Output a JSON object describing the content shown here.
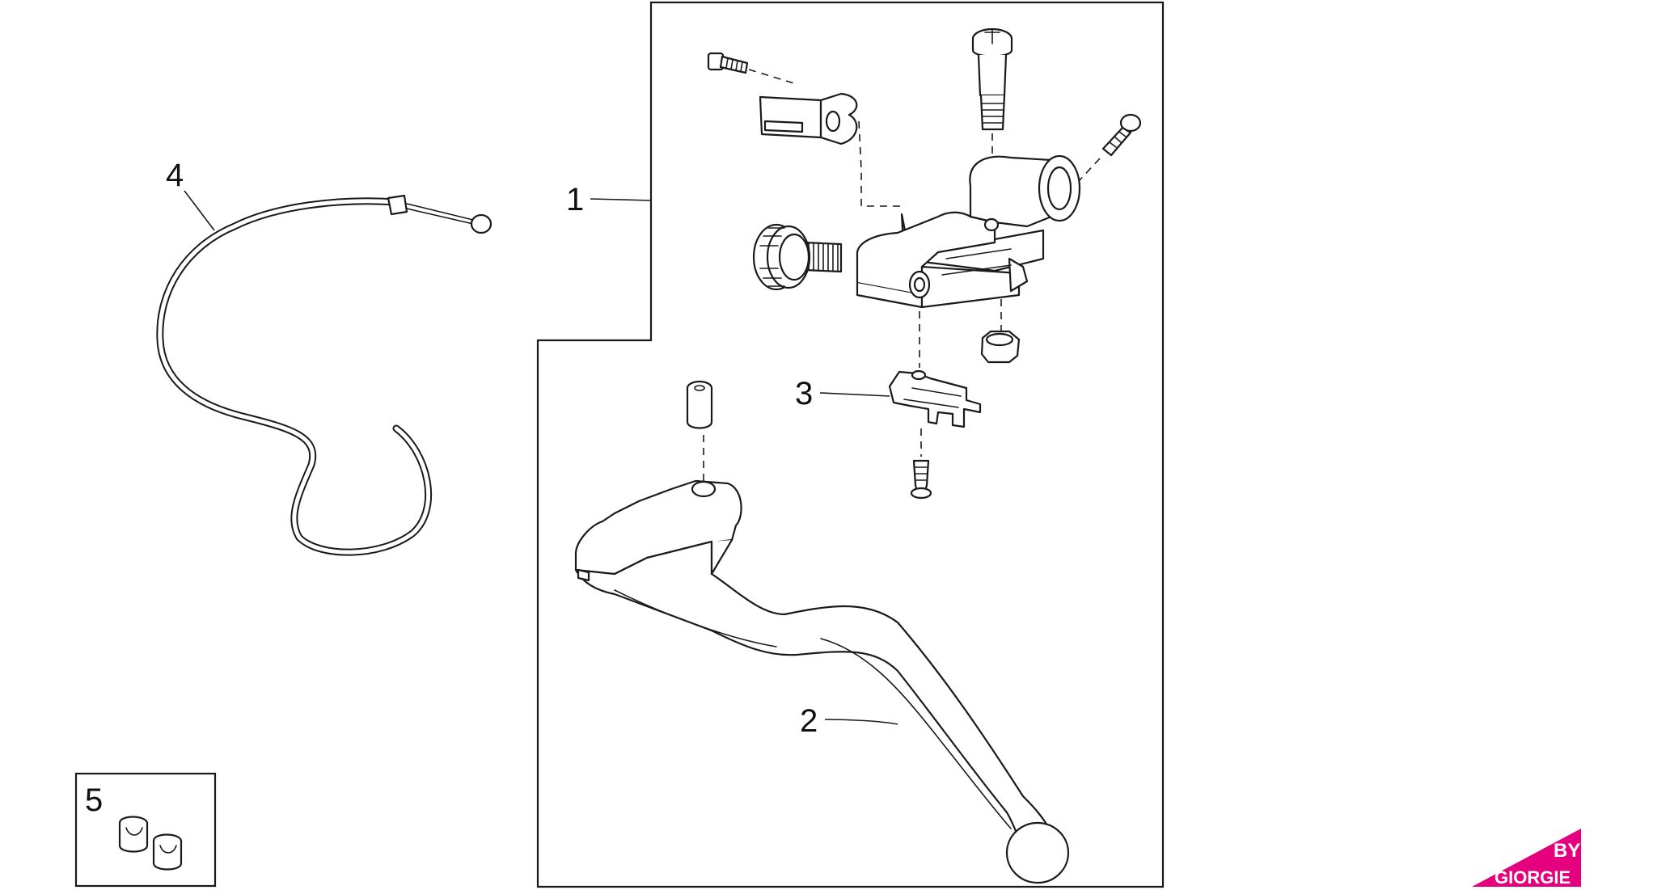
{
  "callouts": {
    "c1": "1",
    "c2": "2",
    "c3": "3",
    "c4": "4",
    "c5": "5"
  },
  "logo": {
    "line1": "BY",
    "line2": "GIORGIE",
    "color": "#e5007e"
  }
}
